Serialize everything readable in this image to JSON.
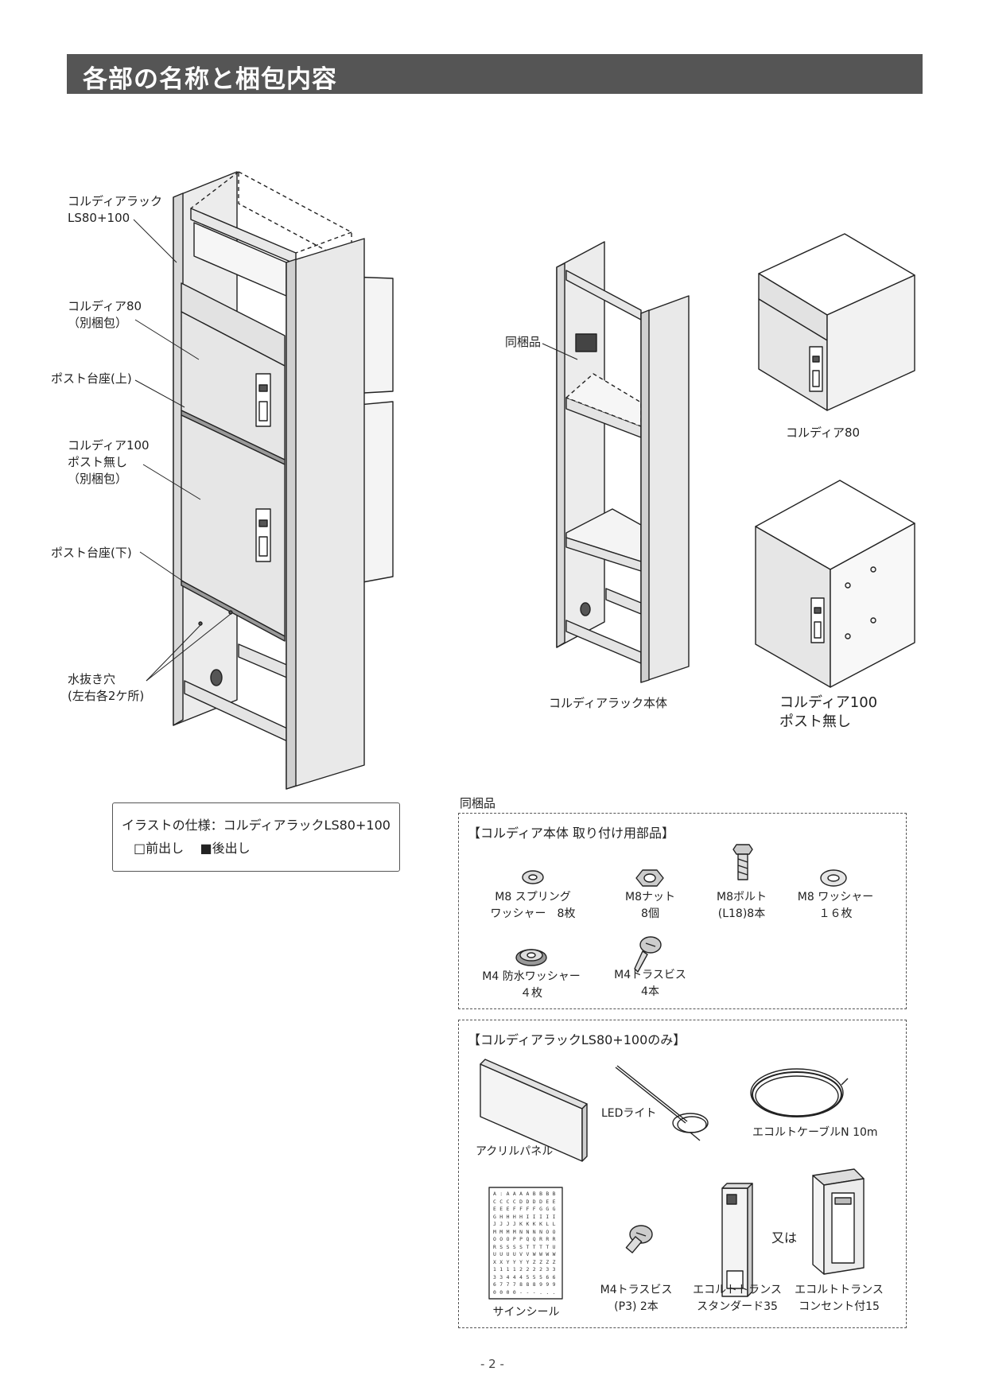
{
  "header": {
    "title": "各部の名称と梱包内容"
  },
  "left_labels": {
    "rack": "コルディアラック\nLS80+100",
    "cordia80": "コルディア80\n（別梱包）",
    "post_base_upper": "ポスト台座(上)",
    "cordia100": "コルディア100\nポスト無し\n（別梱包）",
    "post_base_lower": "ポスト台座(下)",
    "drain_hole": "水抜き穴\n(左右各2ケ所)"
  },
  "spec_box": {
    "line1": "イラストの仕様：コルディアラックLS80+100",
    "line2_front": "□前出し",
    "line2_back": "■後出し"
  },
  "right_top": {
    "bundled_label": "同梱品",
    "rack_body": "コルディアラック本体",
    "cordia80": "コルディア80",
    "cordia100": "コルディア100\nポスト無し"
  },
  "bundled": {
    "title": "同梱品",
    "section1": {
      "head": "【コルディア本体 取り付け用部品】",
      "items": [
        {
          "name": "M8 スプリング\nワッシャー　8枚",
          "icon": "spring-washer-icon"
        },
        {
          "name": "M8ナット\n8個",
          "icon": "nut-icon"
        },
        {
          "name": "M8ボルト\n(L18)8本",
          "icon": "bolt-icon"
        },
        {
          "name": "M8 ワッシャー\n１６枚",
          "icon": "washer-icon"
        },
        {
          "name": "M4 防水ワッシャー\n４枚",
          "icon": "waterproof-washer-icon"
        },
        {
          "name": "M4トラスビス\n4本",
          "icon": "truss-screw-icon"
        }
      ]
    },
    "section2": {
      "head": "【コルディアラックLS80+100のみ】",
      "items": [
        {
          "name": "アクリルパネル",
          "icon": "acrylic-panel-icon"
        },
        {
          "name": "LEDライト",
          "icon": "led-light-icon"
        },
        {
          "name": "エコルトケーブルN 10m",
          "icon": "cable-icon"
        },
        {
          "name": "サインシール",
          "icon": "sign-seal-icon"
        },
        {
          "name": "M4トラスビス\n(P3) 2本",
          "icon": "truss-screw-icon"
        },
        {
          "name": "エコルトトランス\nスタンダード35",
          "icon": "transformer-standard-icon"
        },
        {
          "name": "又は",
          "icon": ""
        },
        {
          "name": "エコルトトランス\nコンセント付15",
          "icon": "transformer-outlet-icon"
        }
      ],
      "sign_rows": [
        "A : A A A A B B B B",
        "C C C C D D D D E E",
        "E E E F F F F G G G",
        "G H H H H I I I I I",
        "J J J J K K K K L L",
        "M M M M N N N N O O",
        "O O O P P Q Q R R R",
        "R S S S S T T T T U",
        "U U U U V V W W W W",
        "X X Y Y Y Y Z Z Z Z",
        "1 1 1 1 2 2 2 2 3 3",
        "3 3 4 4 4 5 5 5 6 6",
        "6 7 7 7 8 8 8 9 9 9",
        "0 0 0 0 - - - . . ."
      ]
    }
  },
  "footer": {
    "page": "- 2 -"
  }
}
